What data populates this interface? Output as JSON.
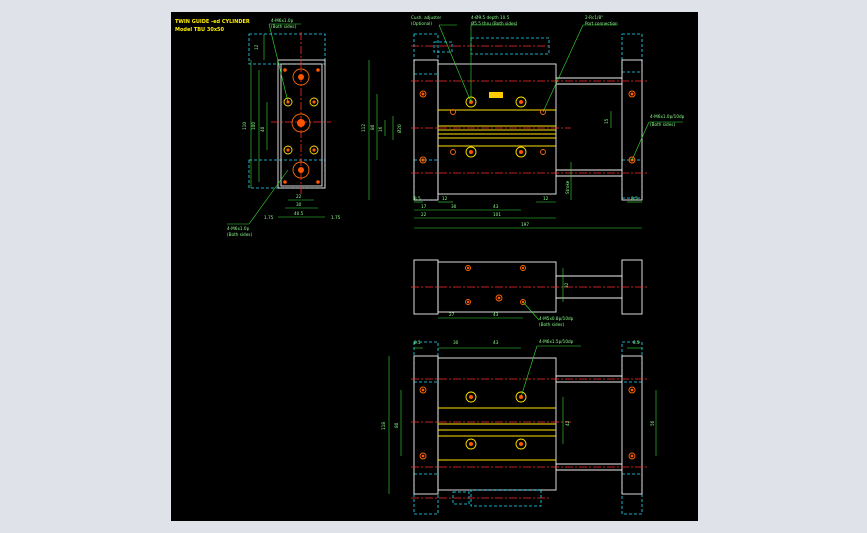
{
  "title": {
    "line1": "TWIN GUIDE -ed CYLINDER",
    "line2": "Model TBU 30x50"
  },
  "colors": {
    "background": "#000000",
    "outline": "#f2f2f2",
    "dimension": "#35e035",
    "centerline": "#ff2a2a",
    "hidden": "#22e0ff",
    "hole": "#ff5500",
    "label": "#ffee00"
  },
  "side_view": {
    "callout_top": "4-M6x1.0p",
    "callout_top_sub": "(Both sides)",
    "callout_bottom": "4-M6x1.0p",
    "callout_bottom_sub": "(Both sides)",
    "dims": {
      "top": "12",
      "height_total": "110",
      "height_mid": "100",
      "height_inner": "40",
      "width_inner": "22",
      "width_mid": "30",
      "width_total": "40.5",
      "left_small": "1.75",
      "right_small": "1.75"
    }
  },
  "top_view": {
    "callout_cushion": "Cush. adjuster",
    "callout_cushion_sub": "(Optional)",
    "callout_depth": "4-Ø9.5 depth 10.5",
    "callout_depth_sub": "Ø5.5 thru (Both sides)",
    "callout_port": "2-Rc1/8\"",
    "callout_port_sub": "Port connection",
    "callout_right": "4-M6x1.0p/10dp",
    "callout_right_sub": "(Both sides)",
    "dims": {
      "left_height": "112",
      "left_inner": "80",
      "left_small": "16",
      "left_ring": "Ø20",
      "bottom_8_5": "8.5",
      "bottom_17": "17",
      "bottom_22": "22",
      "bottom_12": "12",
      "bottom_30": "30",
      "bottom_43": "43",
      "bottom_12b": "12",
      "bottom_101": "101",
      "bottom_197": "197",
      "stroke": "Stroke",
      "rod": "Ø25",
      "right_8_5": "8.5",
      "right_15": "15"
    }
  },
  "front_view": {
    "callout_bottom": "4-M5x0.8p/10dp",
    "callout_bottom_sub": "(Both sides)",
    "dims": {
      "d27": "27",
      "d43": "43",
      "d32": "32"
    }
  },
  "bottom_view": {
    "callout_top": "4-M6x1.5p/10dp",
    "dims": {
      "left_8_5": "8.5",
      "d30": "30",
      "d43": "43",
      "right_8_5": "8.5",
      "height_total": "118",
      "height_inner": "80",
      "mid_42": "42",
      "right_56": "56"
    }
  }
}
